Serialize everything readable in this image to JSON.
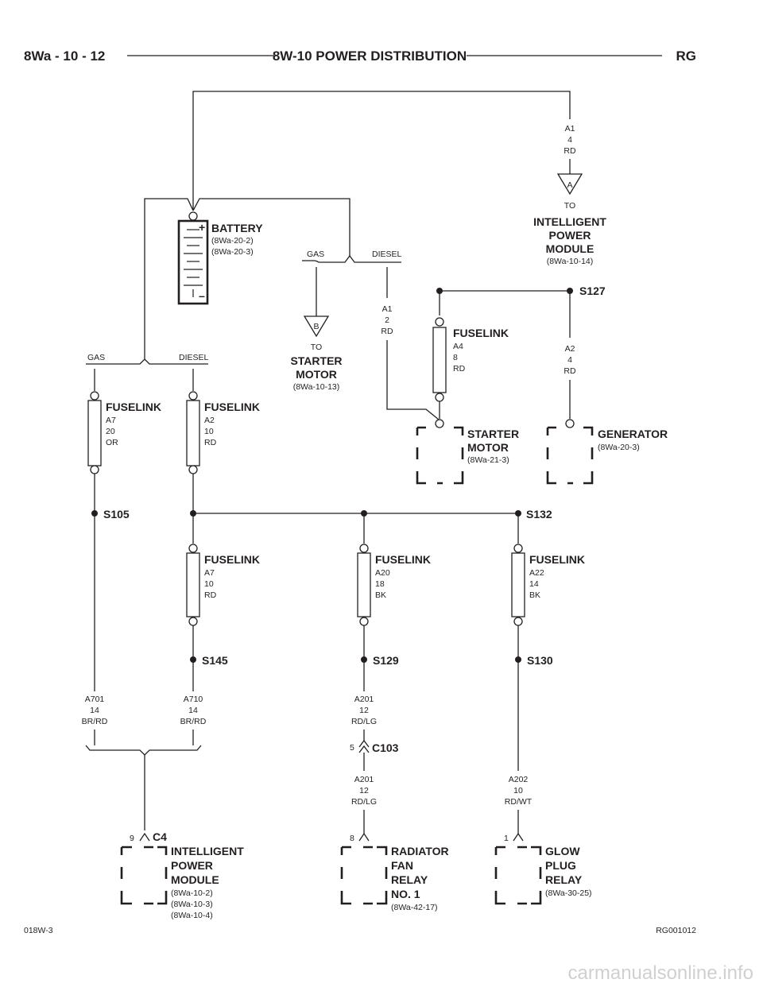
{
  "header": {
    "left": "8Wa - 10 - 12",
    "center": "8W-10 POWER DISTRIBUTION",
    "right": "RG"
  },
  "footer": {
    "left": "018W-3",
    "right": "RG001012"
  },
  "watermark": "carmanualsonline.info",
  "battery": {
    "title": "BATTERY",
    "ref1": "(8Wa-20-2)",
    "ref2": "(8Wa-20-3)",
    "plus": "+",
    "minus": "–"
  },
  "wire_top": {
    "circuit": "A1",
    "gauge": "4",
    "color": "RD"
  },
  "conn_a": {
    "letter": "A",
    "to": "TO"
  },
  "ipm_top": {
    "l1": "INTELLIGENT",
    "l2": "POWER",
    "l3": "MODULE",
    "ref": "(8Wa-10-14)"
  },
  "split_mid": {
    "gas": "GAS",
    "diesel": "DIESEL"
  },
  "conn_b": {
    "letter": "B",
    "to": "TO"
  },
  "starter_to": {
    "l1": "STARTER",
    "l2": "MOTOR",
    "ref": "(8Wa-10-13)"
  },
  "wire_a1_2": {
    "circuit": "A1",
    "gauge": "2",
    "color": "RD"
  },
  "s127": "S127",
  "fuselink_a4": {
    "title": "FUSELINK",
    "circuit": "A4",
    "gauge": "8",
    "color": "RD"
  },
  "wire_a2_4": {
    "circuit": "A2",
    "gauge": "4",
    "color": "RD"
  },
  "split_left": {
    "gas": "GAS",
    "diesel": "DIESEL"
  },
  "fuselink_a7_20": {
    "title": "FUSELINK",
    "circuit": "A7",
    "gauge": "20",
    "color": "OR"
  },
  "fuselink_a2_10": {
    "title": "FUSELINK",
    "circuit": "A2",
    "gauge": "10",
    "color": "RD"
  },
  "starter_motor": {
    "l1": "STARTER",
    "l2": "MOTOR",
    "ref": "(8Wa-21-3)"
  },
  "generator": {
    "title": "GENERATOR",
    "ref": "(8Wa-20-3)"
  },
  "s105": "S105",
  "s132": "S132",
  "fuselink_a7_10": {
    "title": "FUSELINK",
    "circuit": "A7",
    "gauge": "10",
    "color": "RD"
  },
  "fuselink_a20": {
    "title": "FUSELINK",
    "circuit": "A20",
    "gauge": "18",
    "color": "BK"
  },
  "fuselink_a22": {
    "title": "FUSELINK",
    "circuit": "A22",
    "gauge": "14",
    "color": "BK"
  },
  "s145": "S145",
  "s129": "S129",
  "s130": "S130",
  "wire_a701": {
    "circuit": "A701",
    "gauge": "14",
    "color": "BR/RD"
  },
  "wire_a710": {
    "circuit": "A710",
    "gauge": "14",
    "color": "BR/RD"
  },
  "wire_a201_top": {
    "circuit": "A201",
    "gauge": "12",
    "color": "RD/LG"
  },
  "c103": {
    "pin": "5",
    "name": "C103"
  },
  "wire_a201_bot": {
    "circuit": "A201",
    "gauge": "12",
    "color": "RD/LG"
  },
  "wire_a202": {
    "circuit": "A202",
    "gauge": "10",
    "color": "RD/WT"
  },
  "ipm_bottom": {
    "pin": "9",
    "conn": "C4",
    "l1": "INTELLIGENT",
    "l2": "POWER",
    "l3": "MODULE",
    "ref1": "(8Wa-10-2)",
    "ref2": "(8Wa-10-3)",
    "ref3": "(8Wa-10-4)"
  },
  "radiator_relay": {
    "pin": "8",
    "l1": "RADIATOR",
    "l2": "FAN",
    "l3": "RELAY",
    "l4": "NO. 1",
    "ref": "(8Wa-42-17)"
  },
  "glow_relay": {
    "pin": "1",
    "l1": "GLOW",
    "l2": "PLUG",
    "l3": "RELAY",
    "ref": "(8Wa-30-25)"
  }
}
